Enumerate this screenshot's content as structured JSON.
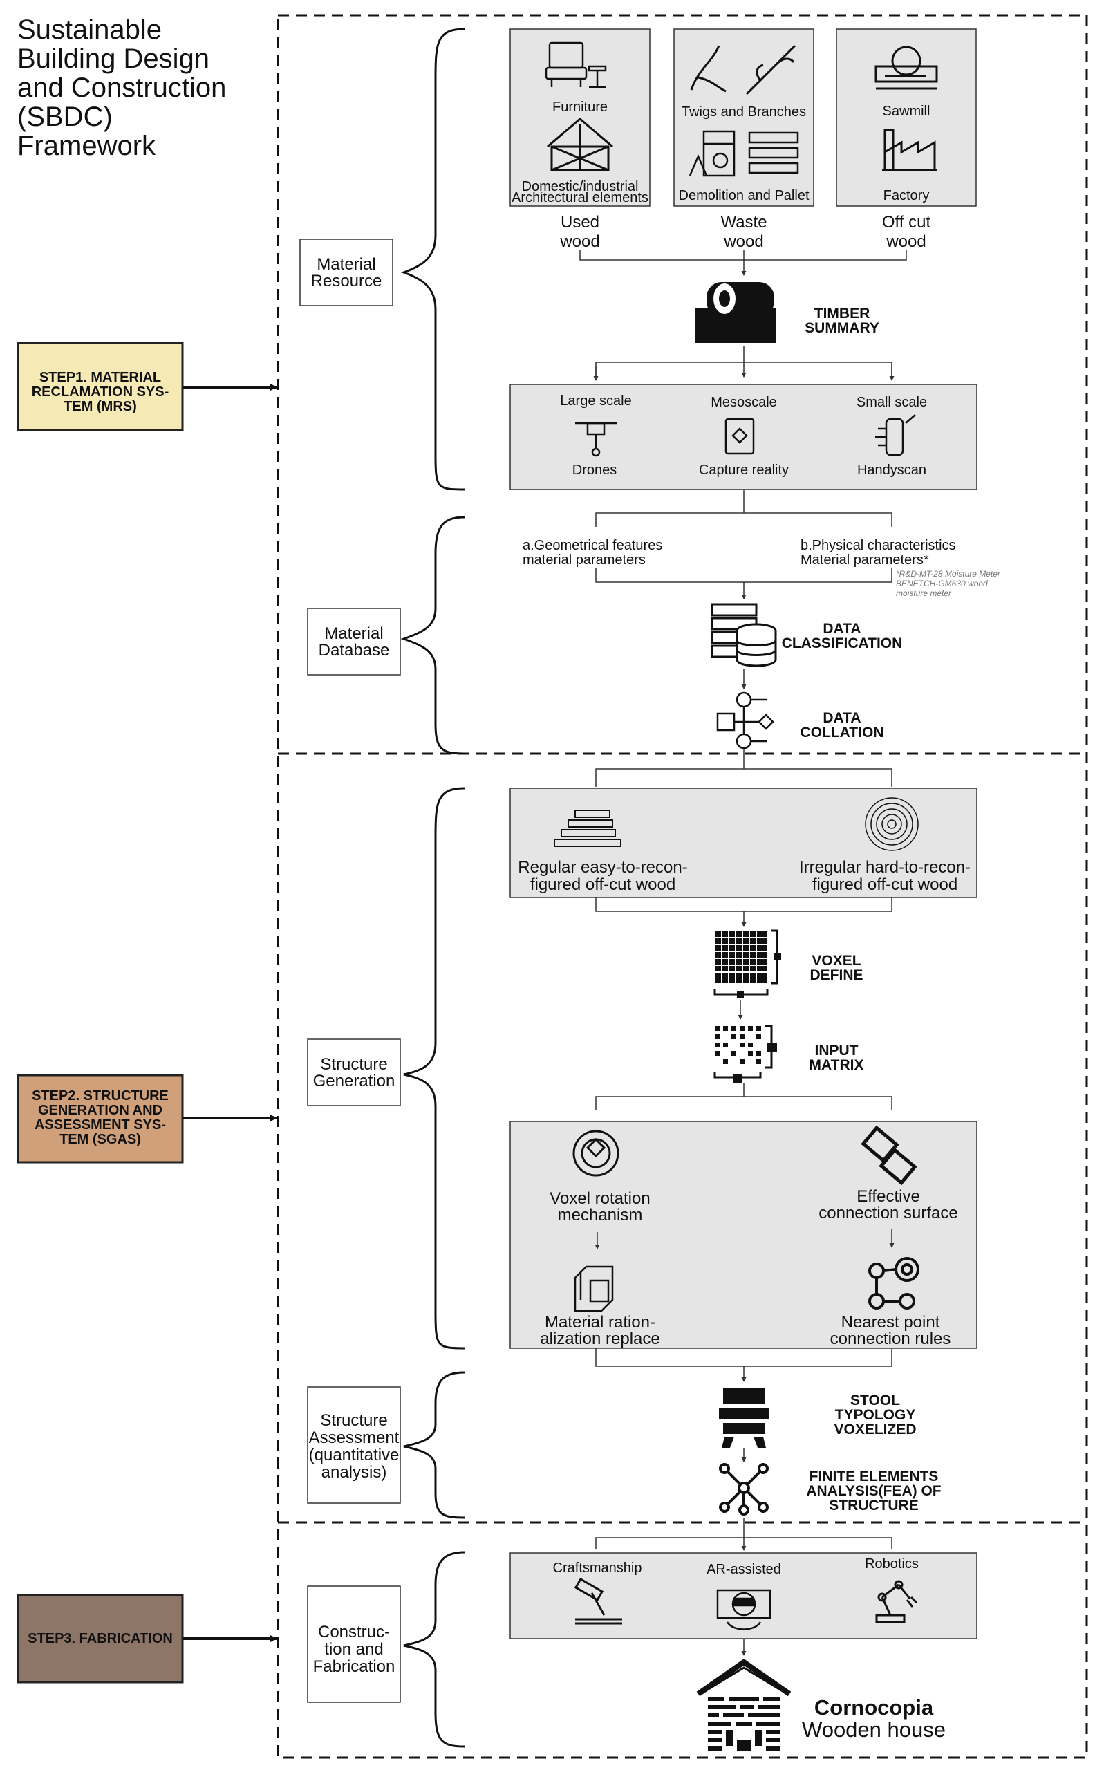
{
  "title": [
    "Sustainable",
    "Building Design",
    "and Construction",
    "(SBDC)",
    "Framework"
  ],
  "steps": [
    {
      "lines": [
        "STEP1. MATERIAL",
        "RECLAMATION SYS-",
        "TEM (MRS)"
      ],
      "color": "#f5e9b6"
    },
    {
      "lines": [
        "STEP2. STRUCTURE",
        "GENERATION AND",
        "ASSESSMENT SYS-",
        "TEM (SGAS)"
      ],
      "color": "#cfa07a"
    },
    {
      "lines": [
        "STEP3. FABRICATION"
      ],
      "color": "#8d7568"
    }
  ],
  "categories": [
    {
      "lines": [
        "Material",
        "Resource"
      ]
    },
    {
      "lines": [
        "Material",
        "Database"
      ]
    },
    {
      "lines": [
        "Structure",
        "Generation"
      ]
    },
    {
      "lines": [
        "Structure",
        "Assessment",
        "(quantitative",
        "analysis)"
      ]
    },
    {
      "lines": [
        "Construc-",
        "tion and",
        "Fabrication"
      ]
    }
  ],
  "sources": [
    {
      "top": "Furniture",
      "bottom": [
        "Domestic/industrial",
        "Architectural elements"
      ],
      "caption": [
        "Used",
        "wood"
      ]
    },
    {
      "top": "Twigs and Branches",
      "bottom": [
        "Demolition and Pallet"
      ],
      "caption": [
        "Waste",
        "wood"
      ]
    },
    {
      "top": "Sawmill",
      "bottom": [
        "Factory"
      ],
      "caption": [
        "Off cut",
        "wood"
      ]
    }
  ],
  "timber_summary": [
    "TIMBER",
    "SUMMARY"
  ],
  "scan": [
    {
      "top": "Large scale",
      "bottom": "Drones"
    },
    {
      "top": "Mesoscale",
      "bottom": "Capture reality"
    },
    {
      "top": "Small scale",
      "bottom": "Handyscan"
    }
  ],
  "features": {
    "a": [
      "a.Geometrical features",
      "material parameters"
    ],
    "b": [
      "b.Physical characteristics",
      "Material parameters*"
    ],
    "note": [
      "*R&D-MT-28 Moisture Meter",
      "BENETCH-GM630 wood",
      "moisture meter"
    ]
  },
  "data_classification": [
    "DATA",
    "CLASSIFICATION"
  ],
  "data_collation": [
    "DATA",
    "COLLATION"
  ],
  "offcut": {
    "left": [
      "Regular easy-to-recon-",
      "figured off-cut wood"
    ],
    "right": [
      "Irregular hard-to-recon-",
      "figured off-cut wood"
    ]
  },
  "voxel_define": [
    "VOXEL",
    "DEFINE"
  ],
  "input_matrix": [
    "INPUT",
    "MATRIX"
  ],
  "mechanisms": {
    "rotation": [
      "Voxel rotation",
      "mechanism"
    ],
    "connection": [
      "Effective",
      "connection surface"
    ],
    "rational": [
      "Material ration-",
      "alization replace"
    ],
    "nearest": [
      "Nearest point",
      "connection rules"
    ]
  },
  "stool": [
    "STOOL",
    "TYPOLOGY",
    "VOXELIZED"
  ],
  "fea": [
    "FINITE ELEMENTS",
    "ANALYSIS(FEA) OF",
    "STRUCTURE"
  ],
  "fabrication": [
    {
      "label": "Craftsmanship"
    },
    {
      "label": "AR-assisted"
    },
    {
      "label": "Robotics"
    }
  ],
  "final": [
    "Cornocopia",
    "Wooden house"
  ]
}
